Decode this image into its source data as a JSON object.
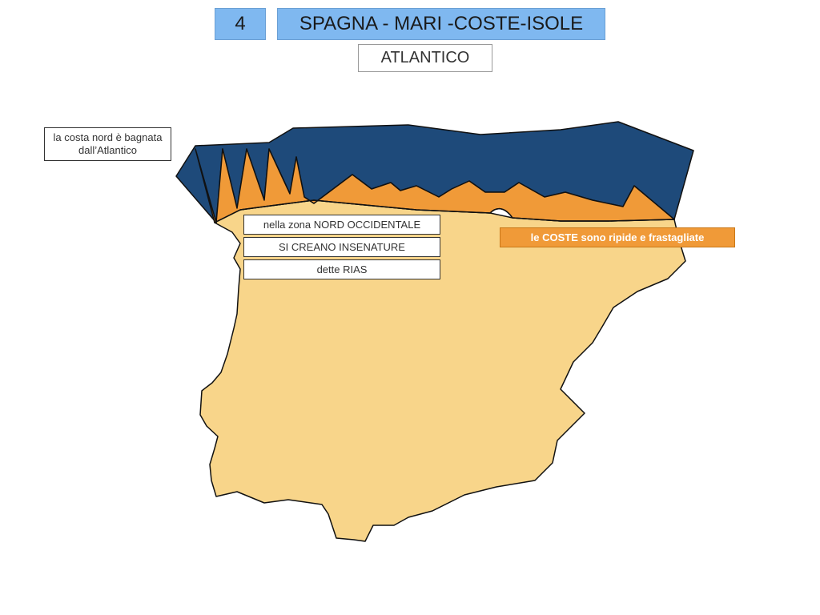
{
  "header": {
    "number": "4",
    "title": "SPAGNA - MARI -COSTE-ISOLE",
    "subtitle": "ATLANTICO"
  },
  "notes": {
    "north_coast": "la costa nord è bagnata dall’Atlantico"
  },
  "labels": {
    "line1": "nella zona NORD OCCIDENTALE",
    "line2": "SI CREANO INSENATURE",
    "line3": "dette RIAS",
    "coasts": "le COSTE sono ripide e frastagliate"
  },
  "colors": {
    "land": "#f8d58a",
    "ocean": "#1e4a7a",
    "coast": "#f09a38",
    "header_bg": "#7fb8f0"
  }
}
